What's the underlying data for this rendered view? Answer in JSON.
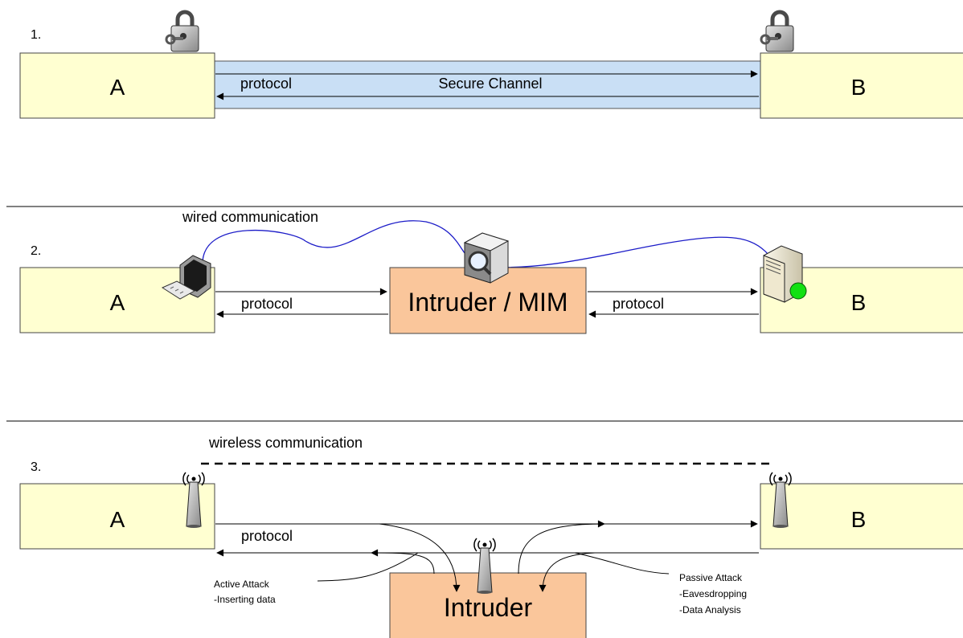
{
  "colors": {
    "node_fill": "#ffffd1",
    "intruder_fill": "#fac69b",
    "channel_fill": "#c9dff5",
    "wire": "#1c1cc8"
  },
  "scenario1": {
    "number": "1.",
    "node_a": "A",
    "node_b": "B",
    "protocol": "protocol",
    "channel": "Secure Channel",
    "icons": [
      "padlock-icon",
      "padlock-icon"
    ]
  },
  "scenario2": {
    "number": "2.",
    "node_a": "A",
    "node_b": "B",
    "intruder": "Intruder / MIM",
    "protocol_left": "protocol",
    "protocol_right": "protocol",
    "wired": "wired communication",
    "icons": [
      "workstation-icon",
      "network-sniffer-icon",
      "server-icon"
    ]
  },
  "scenario3": {
    "number": "3.",
    "node_a": "A",
    "node_b": "B",
    "intruder": "Intruder",
    "protocol": "protocol",
    "wireless": "wireless communication",
    "active_title": "Active Attack",
    "active_detail": "-Inserting data",
    "passive_title": "Passive Attack",
    "passive_detail_1": "-Eavesdropping",
    "passive_detail_2": "-Data Analysis",
    "icons": [
      "antenna-icon",
      "antenna-icon",
      "antenna-icon"
    ]
  }
}
